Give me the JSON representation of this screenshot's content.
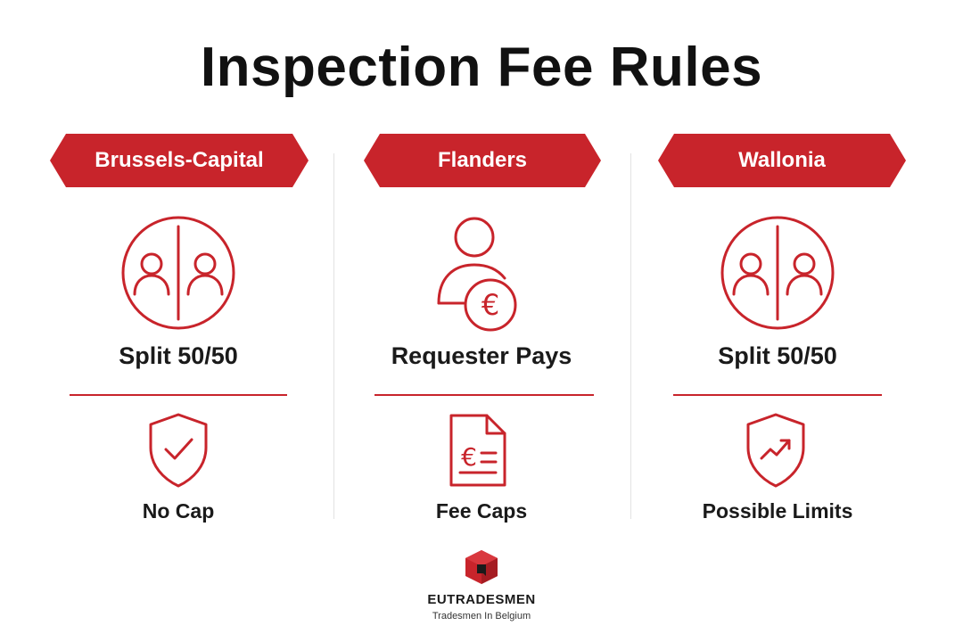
{
  "title": "Inspection Fee Rules",
  "accent_color": "#c8242b",
  "regions": [
    {
      "name": "Brussels-Capital",
      "main_icon": "split-people-icon",
      "rule": "Split 50/50",
      "cap_icon": "shield-check-icon",
      "cap": "No Cap"
    },
    {
      "name": "Flanders",
      "main_icon": "person-euro-icon",
      "rule": "Requester Pays",
      "cap_icon": "euro-document-icon",
      "cap": "Fee Caps"
    },
    {
      "name": "Wallonia",
      "main_icon": "split-people-icon",
      "rule": "Split 50/50",
      "cap_icon": "shield-trend-icon",
      "cap": "Possible Limits"
    }
  ],
  "brand": {
    "name": "EUTRADESMEN",
    "tagline": "Tradesmen In Belgium",
    "logo_icon": "cube-logo-icon"
  }
}
